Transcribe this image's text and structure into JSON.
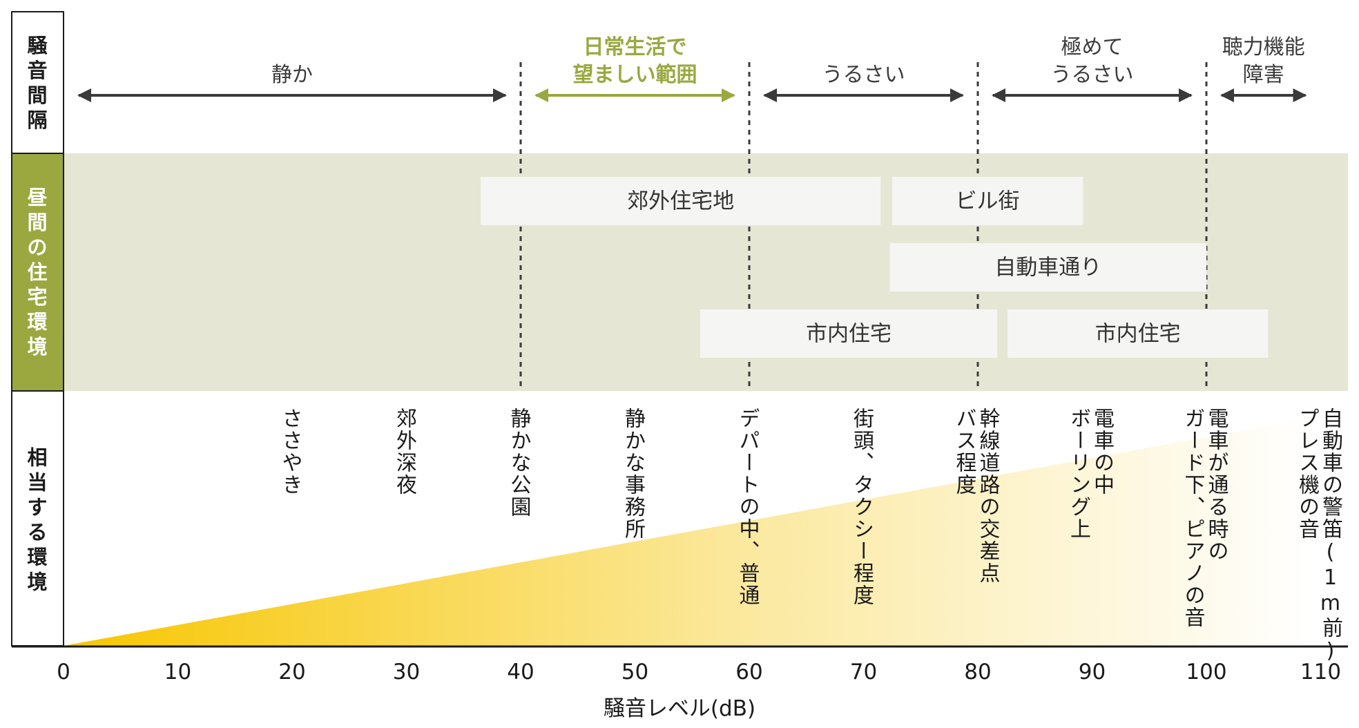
{
  "row_labels": {
    "noise": "騒音間隔",
    "daytime": "昼間の住宅環境",
    "equivalent": "相当する環境"
  },
  "zones": [
    {
      "from": 0,
      "to": 40,
      "label": [
        "静か"
      ],
      "color": "#3a3a3a"
    },
    {
      "from": 40,
      "to": 60,
      "label": [
        "日常生活で",
        "望ましい範囲"
      ],
      "color": "#9aa83f"
    },
    {
      "from": 60,
      "to": 80,
      "label": [
        "うるさい"
      ],
      "color": "#3a3a3a"
    },
    {
      "from": 80,
      "to": 100,
      "label": [
        "極めて",
        "うるさい"
      ],
      "color": "#3a3a3a"
    },
    {
      "from": 100,
      "to": 110,
      "label": [
        "聴力機能",
        "障害"
      ],
      "color": "#3a3a3a"
    }
  ],
  "zone_boundaries": [
    40,
    60,
    80,
    100
  ],
  "residential": [
    {
      "label": "郊外住宅地",
      "from": 36.5,
      "to": 71.5,
      "row": 0
    },
    {
      "label": "ビル街",
      "from": 72.5,
      "to": 89.2,
      "row": 0
    },
    {
      "label": "自動車通り",
      "from": 72.3,
      "to": 100.0,
      "row": 1
    },
    {
      "label": "市内住宅",
      "from": 55.7,
      "to": 81.7,
      "row": 2
    },
    {
      "label": "市内住宅",
      "from": 82.6,
      "to": 105.4,
      "row": 2
    }
  ],
  "environments": [
    {
      "level": 20,
      "lines": [
        "ささやき"
      ]
    },
    {
      "level": 30,
      "lines": [
        "郊外深夜"
      ]
    },
    {
      "level": 40,
      "lines": [
        "静かな公園"
      ]
    },
    {
      "level": 50,
      "lines": [
        "静かな事務所"
      ]
    },
    {
      "level": 60,
      "lines": [
        "デパートの中、普通"
      ]
    },
    {
      "level": 70,
      "lines": [
        "街頭、タクシー程度"
      ]
    },
    {
      "level": 80,
      "lines": [
        "幹線道路の交差点",
        "バス程度"
      ]
    },
    {
      "level": 90,
      "lines": [
        "電車の中",
        "ボーリング上"
      ]
    },
    {
      "level": 100,
      "lines": [
        "電車が通る時の",
        "ガード下、ピアノの音"
      ]
    },
    {
      "level": 110,
      "lines": [
        "自動車の警笛(1m前)",
        "プレス機の音"
      ]
    }
  ],
  "axis": {
    "ticks": [
      "0",
      "10",
      "20",
      "30",
      "40",
      "50",
      "60",
      "70",
      "80",
      "90",
      "100",
      "110"
    ],
    "title": "騒音レベル(dB)",
    "range": [
      0,
      110
    ]
  },
  "colors": {
    "band": "#e6e6d5",
    "box": "#f5f5f3",
    "green": "#9aa83f",
    "arrow": "#3a3a3a",
    "gradient_start": "#f7c600",
    "gradient_end": "#ffffff"
  }
}
